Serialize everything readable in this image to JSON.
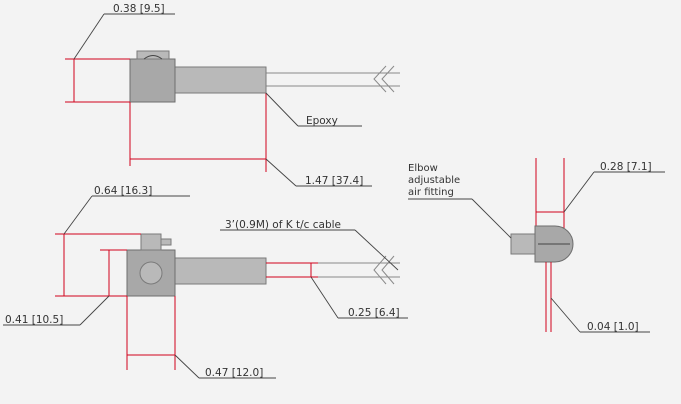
{
  "dimensions": {
    "top_height": "0.38 [9.5]",
    "top_length": "1.47 [37.4]",
    "bottom_overall_height": "0.64 [16.3]",
    "bottom_body_height": "0.41 [10.5]",
    "bottom_head_width": "0.47 [12.0]",
    "cable_diameter": "0.25 [6.4]",
    "elbow_width": "0.28 [7.1]",
    "elbow_slot": "0.04 [1.0]"
  },
  "callouts": {
    "epoxy": "Epoxy",
    "cable": "3’(0.9M) of K t/c cable",
    "elbow_line1": "Elbow",
    "elbow_line2": "adjustable",
    "elbow_line3": "air fitting"
  },
  "colors": {
    "dimension_line": "#d0021b",
    "body_fill": "#b9b9b9",
    "background": "#f3f3f3"
  }
}
